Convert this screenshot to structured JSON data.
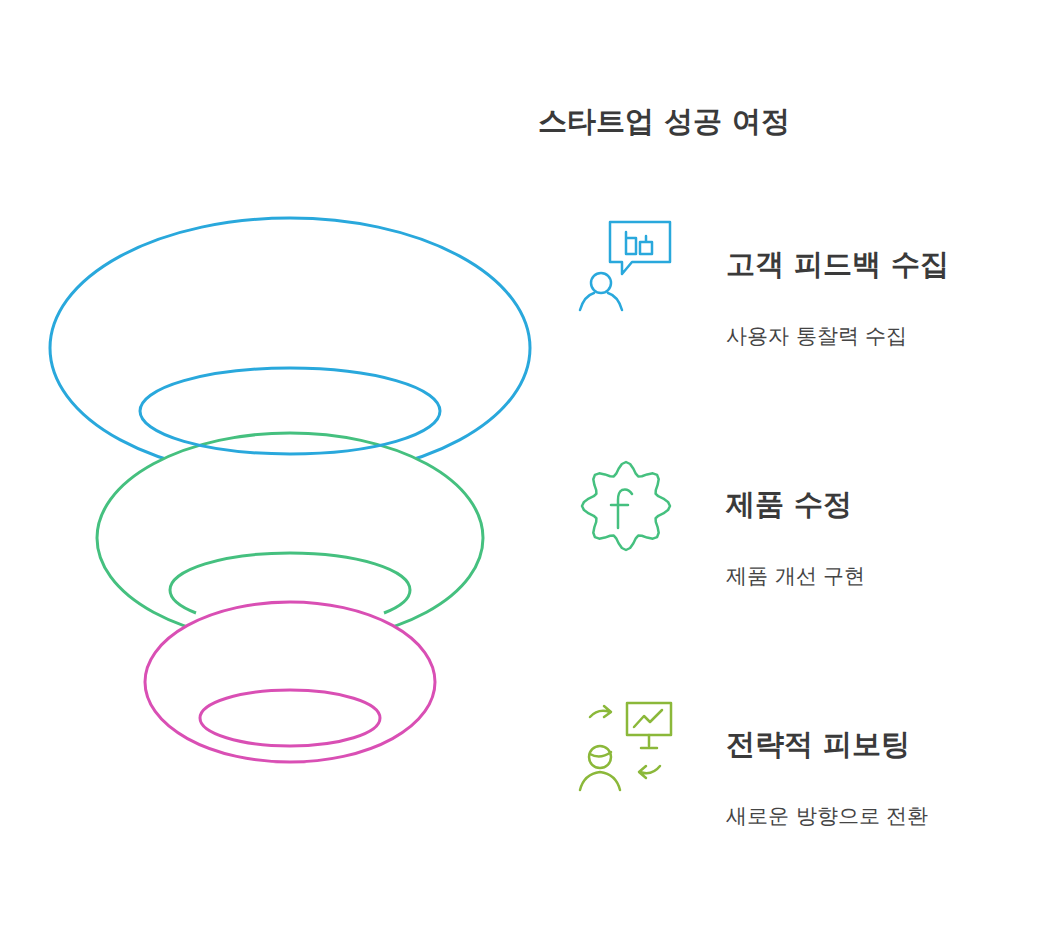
{
  "diagram": {
    "title": "스타트업 성공 여정",
    "labels": [
      "고객 피드백 수집",
      "사용자 통찰력 수집",
      "제품 수정",
      "제품 개선 구현",
      "전략적 피보팅",
      "새로운 방향으로 전환"
    ]
  }
}
